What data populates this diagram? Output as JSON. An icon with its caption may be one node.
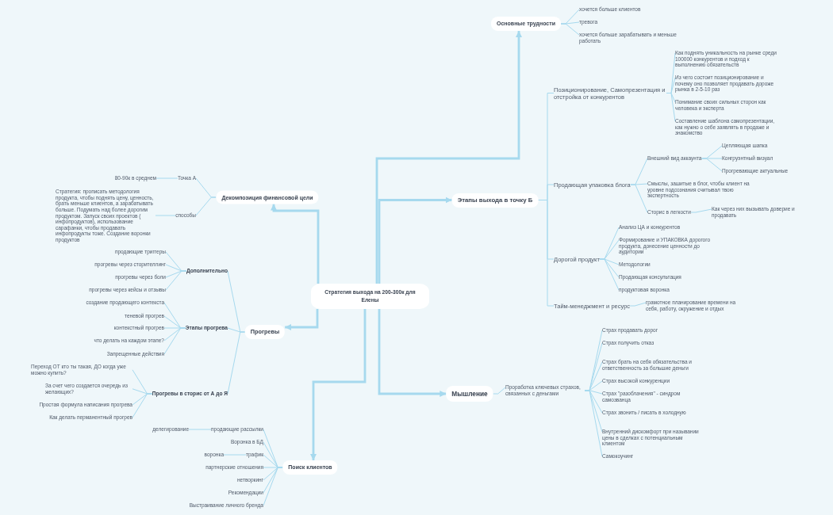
{
  "diagram": {
    "nodes": [
      {
        "text": [
          "Стратегия выхода на 200-300к для Елены"
        ]
      },
      {
        "text": [
          "Основные трудности"
        ]
      },
      {
        "text": [
          "хочется больше клиентов"
        ]
      },
      {
        "text": [
          "тревога"
        ]
      },
      {
        "text": [
          "хочется больше зарабатывать и меньше работать"
        ]
      },
      {
        "text": [
          "Этапы выхода в точку Б"
        ]
      },
      {
        "text": [
          "Позиционирование, Самопрезентация и отстройка от конкурентов"
        ]
      },
      {
        "text": [
          "Как поднять уникальность на рынке среди 100000 конкурентов и подход к выполнению обязательств"
        ]
      },
      {
        "text": [
          "Из чего состоит позиционирование и почему оно позволяет продавать дороже рынка в 2-5-10 раз"
        ]
      },
      {
        "text": [
          "Понимание своих сильных сторон как человека и эксперта"
        ]
      },
      {
        "text": [
          "Составление шаблона самопрезентации, как нужно о себе заявлять в продаже и знакомство"
        ]
      },
      {
        "text": [
          "Продающая упаковка блога"
        ]
      },
      {
        "text": [
          "Внешний вид аккаунта"
        ]
      },
      {
        "text": [
          "Цепляющая шапка"
        ]
      },
      {
        "text": [
          "Конгруэнтный визуал"
        ]
      },
      {
        "text": [
          "Прогревающие актуальные"
        ]
      },
      {
        "text": [
          "Смыслы, зашитые в блог, чтобы клиент на уровне подсознания считывал твою экспертность"
        ]
      },
      {
        "text": [
          "Сторис в легкости"
        ]
      },
      {
        "text": [
          "Как через них вызывать доверие и продавать"
        ]
      },
      {
        "text": [
          "Дорогой продукт"
        ]
      },
      {
        "text": [
          "Анализ ЦА и конкурентов"
        ]
      },
      {
        "text": [
          "Формирование и УПАКОВКА дорогого продукта, донесение ценности до аудитории"
        ]
      },
      {
        "text": [
          "Методологии"
        ]
      },
      {
        "text": [
          "Продающая консультация"
        ]
      },
      {
        "text": [
          "продуктовая воронка"
        ]
      },
      {
        "text": [
          "Тайм-менеджмент и ресурс"
        ]
      },
      {
        "text": [
          "грамотное планирование времени на себя, работу, окружение и отдых"
        ]
      },
      {
        "text": [
          "Мышление"
        ]
      },
      {
        "text": [
          "Проработка ключевых страхов, связанных с деньгами"
        ]
      },
      {
        "text": [
          "Страх продавать дорог"
        ]
      },
      {
        "text": [
          "Страх получить отказ"
        ]
      },
      {
        "text": [
          "Страх брать на себя обязательства и ответственность за большие деньги"
        ]
      },
      {
        "text": [
          "Страх высокой конкуренции"
        ]
      },
      {
        "text": [
          "Страх \"разоблачения\" - синдром самозванца"
        ]
      },
      {
        "text": [
          "Страх звонить / писать в холодную"
        ]
      },
      {
        "text": [
          "Внутренний дискомфорт при назывании цены в сделках с потенциальным клиентом"
        ]
      },
      {
        "text": [
          "Самокоучинг"
        ]
      },
      {
        "text": [
          "Поиск клиентов"
        ]
      },
      {
        "text": [
          "продающие рассылки"
        ]
      },
      {
        "text": [
          "делегирование"
        ]
      },
      {
        "text": [
          "Воронка в БД"
        ]
      },
      {
        "text": [
          "трафик"
        ]
      },
      {
        "text": [
          "воронка"
        ]
      },
      {
        "text": [
          "партнерские отношения"
        ]
      },
      {
        "text": [
          "нетворкинг"
        ]
      },
      {
        "text": [
          "Рекомендации"
        ]
      },
      {
        "text": [
          "Выстраивание личного бренда"
        ]
      },
      {
        "text": [
          "Прогревы"
        ]
      },
      {
        "text": [
          "Дополнительно"
        ]
      },
      {
        "text": [
          "продающие триггеры"
        ]
      },
      {
        "text": [
          "прогревы через сторителлинг"
        ]
      },
      {
        "text": [
          "прогревы через боли"
        ]
      },
      {
        "text": [
          "прогревы через кейсы и отзывы"
        ]
      },
      {
        "text": [
          "Этапы прогрева"
        ]
      },
      {
        "text": [
          "создание продающего контекста"
        ]
      },
      {
        "text": [
          "теневой прогрев"
        ]
      },
      {
        "text": [
          "контекстный прогрев"
        ]
      },
      {
        "text": [
          "что делать на каждом этапе?"
        ]
      },
      {
        "text": [
          "Запрещенные действия"
        ]
      },
      {
        "text": [
          "Прогревы в сторис от А до Я"
        ]
      },
      {
        "text": [
          "Переход ОТ кто ты такая, ДО когда уже можно купить?"
        ]
      },
      {
        "text": [
          "За счет чего создается очередь из желающих?"
        ]
      },
      {
        "text": [
          "Простая формула написания прогрева"
        ]
      },
      {
        "text": [
          "Как делать перманентный прогрев"
        ]
      },
      {
        "text": [
          "Декомпозиция финансовой цели"
        ]
      },
      {
        "text": [
          "Точка А"
        ]
      },
      {
        "text": [
          "80-90к в среднем"
        ]
      },
      {
        "text": [
          "способы"
        ]
      },
      {
        "text": [
          "Стратегия: прописать методология продукта, чтобы поднять цену, ценность, брать меньше клиентов, а зарабатывать больше. Подумать над более дорогим продуктом. Запуск своих проектов ( инфопродуктов), использование сарафанки, чтобы продавать инфопродукты тоже. Создание воронки продуктов"
        ]
      }
    ],
    "edges": [
      {
        "from": 0,
        "to": 1,
        "arrow": "to",
        "style": "thick"
      },
      {
        "from": 0,
        "to": 5,
        "arrow": "to",
        "style": "thick"
      },
      {
        "from": 0,
        "to": 27,
        "arrow": "to",
        "style": "thick"
      },
      {
        "from": 0,
        "to": 37,
        "arrow": "to",
        "style": "thick"
      },
      {
        "from": 0,
        "to": 47,
        "arrow": "to",
        "style": "thick"
      },
      {
        "from": 0,
        "to": 64,
        "arrow": "to",
        "style": "thick"
      },
      {
        "from": 1,
        "to": 2,
        "arrow": "none"
      },
      {
        "from": 1,
        "to": 3,
        "arrow": "none"
      },
      {
        "from": 1,
        "to": 4,
        "arrow": "none"
      },
      {
        "from": 5,
        "to": 6,
        "arrow": "none"
      },
      {
        "from": 5,
        "to": 11,
        "arrow": "none"
      },
      {
        "from": 5,
        "to": 19,
        "arrow": "none"
      },
      {
        "from": 5,
        "to": 25,
        "arrow": "none"
      },
      {
        "from": 6,
        "to": 7,
        "arrow": "none"
      },
      {
        "from": 6,
        "to": 8,
        "arrow": "none"
      },
      {
        "from": 6,
        "to": 9,
        "arrow": "none"
      },
      {
        "from": 6,
        "to": 10,
        "arrow": "none"
      },
      {
        "from": 11,
        "to": 12,
        "arrow": "none"
      },
      {
        "from": 11,
        "to": 16,
        "arrow": "none"
      },
      {
        "from": 11,
        "to": 17,
        "arrow": "none"
      },
      {
        "from": 12,
        "to": 13,
        "arrow": "none"
      },
      {
        "from": 12,
        "to": 14,
        "arrow": "none"
      },
      {
        "from": 12,
        "to": 15,
        "arrow": "none"
      },
      {
        "from": 17,
        "to": 18,
        "arrow": "none"
      },
      {
        "from": 19,
        "to": 20,
        "arrow": "none"
      },
      {
        "from": 19,
        "to": 21,
        "arrow": "none"
      },
      {
        "from": 19,
        "to": 22,
        "arrow": "none"
      },
      {
        "from": 19,
        "to": 23,
        "arrow": "none"
      },
      {
        "from": 19,
        "to": 24,
        "arrow": "none"
      },
      {
        "from": 25,
        "to": 26,
        "arrow": "none"
      },
      {
        "from": 27,
        "to": 28,
        "arrow": "none"
      },
      {
        "from": 28,
        "to": 29,
        "arrow": "none"
      },
      {
        "from": 28,
        "to": 30,
        "arrow": "none"
      },
      {
        "from": 28,
        "to": 31,
        "arrow": "none"
      },
      {
        "from": 28,
        "to": 32,
        "arrow": "none"
      },
      {
        "from": 28,
        "to": 33,
        "arrow": "none"
      },
      {
        "from": 28,
        "to": 34,
        "arrow": "none"
      },
      {
        "from": 28,
        "to": 35,
        "arrow": "none"
      },
      {
        "from": 28,
        "to": 36,
        "arrow": "none"
      },
      {
        "from": 37,
        "to": 38,
        "arrow": "none"
      },
      {
        "from": 38,
        "to": 39,
        "arrow": "none"
      },
      {
        "from": 37,
        "to": 40,
        "arrow": "none"
      },
      {
        "from": 37,
        "to": 41,
        "arrow": "none"
      },
      {
        "from": 41,
        "to": 42,
        "arrow": "none"
      },
      {
        "from": 37,
        "to": 43,
        "arrow": "none"
      },
      {
        "from": 37,
        "to": 44,
        "arrow": "none"
      },
      {
        "from": 37,
        "to": 45,
        "arrow": "none"
      },
      {
        "from": 37,
        "to": 46,
        "arrow": "none"
      },
      {
        "from": 47,
        "to": 48,
        "arrow": "none"
      },
      {
        "from": 47,
        "to": 53,
        "arrow": "none"
      },
      {
        "from": 47,
        "to": 59,
        "arrow": "none"
      },
      {
        "from": 48,
        "to": 49,
        "arrow": "none"
      },
      {
        "from": 48,
        "to": 50,
        "arrow": "none"
      },
      {
        "from": 48,
        "to": 51,
        "arrow": "none"
      },
      {
        "from": 48,
        "to": 52,
        "arrow": "none"
      },
      {
        "from": 53,
        "to": 54,
        "arrow": "none"
      },
      {
        "from": 53,
        "to": 55,
        "arrow": "none"
      },
      {
        "from": 53,
        "to": 56,
        "arrow": "none"
      },
      {
        "from": 53,
        "to": 57,
        "arrow": "none"
      },
      {
        "from": 53,
        "to": 58,
        "arrow": "none"
      },
      {
        "from": 59,
        "to": 60,
        "arrow": "none"
      },
      {
        "from": 59,
        "to": 61,
        "arrow": "none"
      },
      {
        "from": 59,
        "to": 62,
        "arrow": "none"
      },
      {
        "from": 59,
        "to": 63,
        "arrow": "none"
      },
      {
        "from": 64,
        "to": 65,
        "arrow": "none"
      },
      {
        "from": 65,
        "to": 66,
        "arrow": "none"
      },
      {
        "from": 64,
        "to": 67,
        "arrow": "none"
      },
      {
        "from": 67,
        "to": 68,
        "arrow": "none"
      }
    ]
  }
}
